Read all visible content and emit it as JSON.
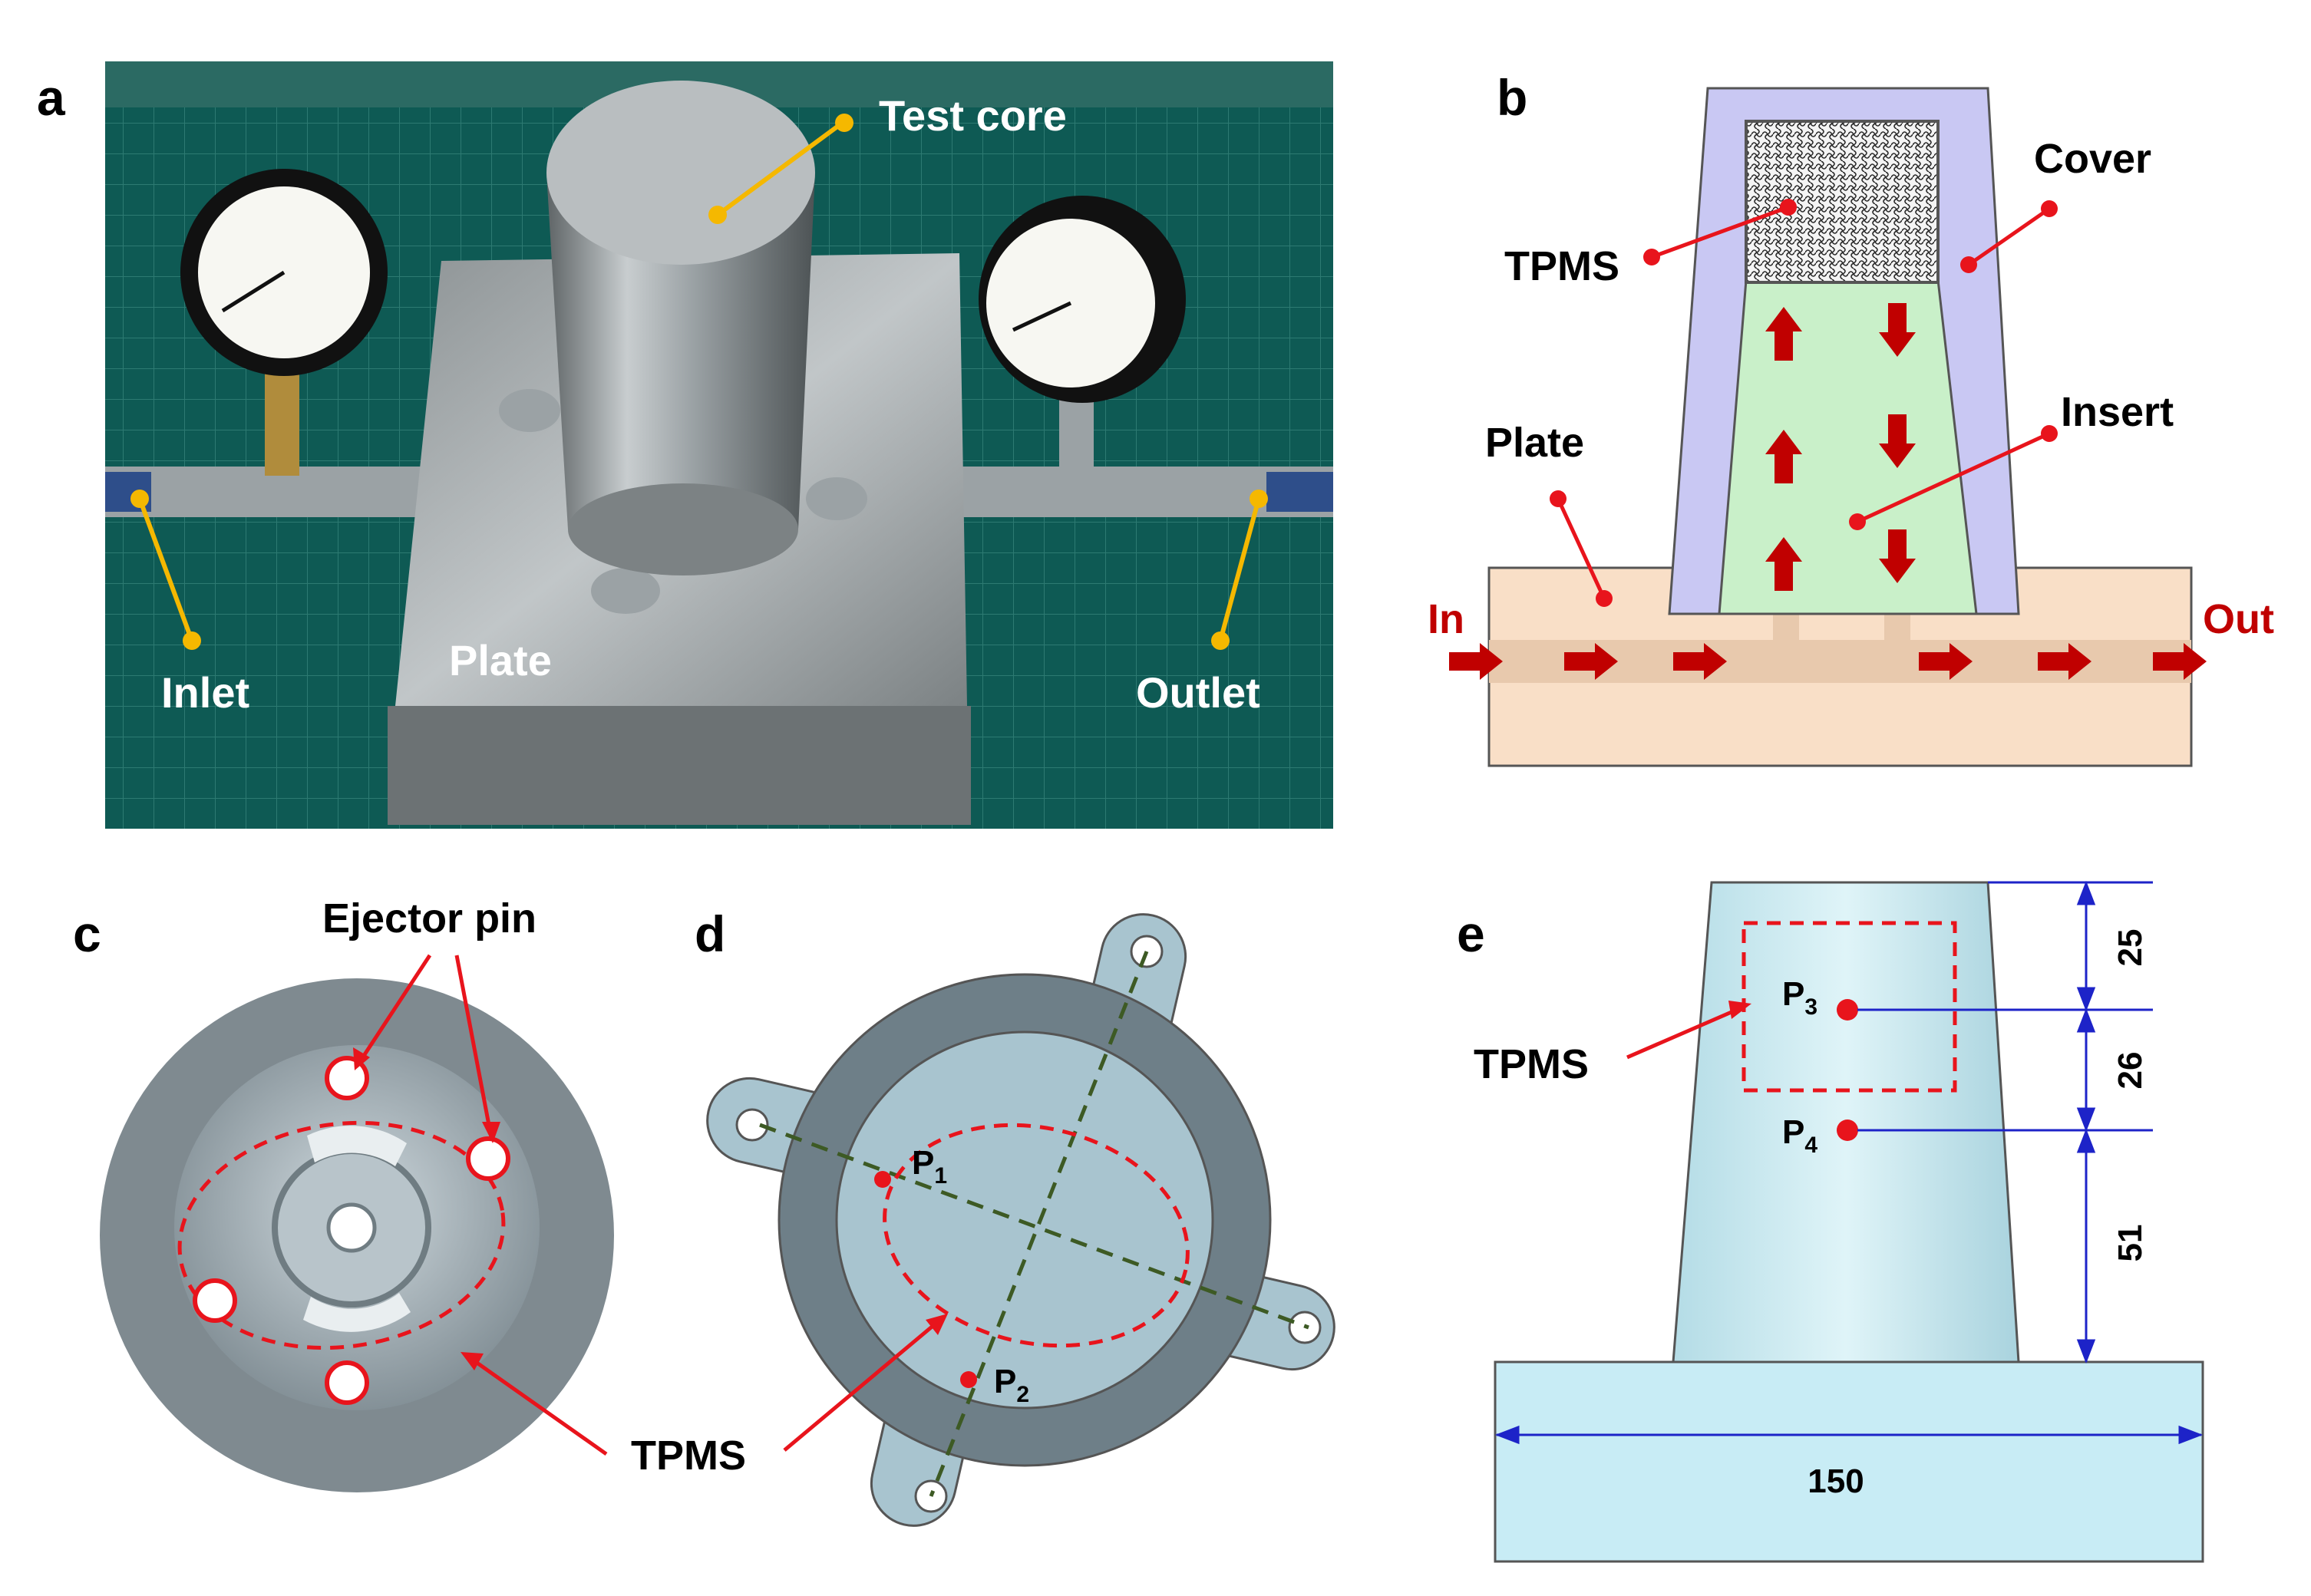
{
  "panels": {
    "a": {
      "letter": "a",
      "labels": {
        "test_core": "Test core",
        "inlet": "Inlet",
        "plate": "Plate",
        "outlet": "Outlet"
      }
    },
    "b": {
      "letter": "b",
      "labels": {
        "tpms": "TPMS",
        "cover": "Cover",
        "insert": "Insert",
        "plate": "Plate",
        "in": "In",
        "out": "Out"
      }
    },
    "c": {
      "letter": "c",
      "labels": {
        "ejector_pin": "Ejector pin",
        "tpms": "TPMS"
      }
    },
    "d": {
      "letter": "d",
      "labels": {
        "tpms": "TPMS",
        "p1": "P",
        "p1_sub": "1",
        "p2": "P",
        "p2_sub": "2"
      }
    },
    "e": {
      "letter": "e",
      "labels": {
        "tpms": "TPMS",
        "p3": "P",
        "p3_sub": "3",
        "p4": "P",
        "p4_sub": "4"
      },
      "dimensions": {
        "d1": "25",
        "d2": "26",
        "d3": "51",
        "width": "150"
      }
    }
  },
  "colors": {
    "callout_yellow": "#f5b800",
    "callout_red": "#e8141c",
    "flow_arrow": "#c00000",
    "cover_fill": "#c9c8f3",
    "insert_fill": "#c9f0c9",
    "plate_fill": "#f9dfc7",
    "part_fill": "#a8c4cf",
    "dim_blue": "#1d23c8",
    "tpms_dash": "#e8141c",
    "axis_green": "#3d5a24"
  }
}
